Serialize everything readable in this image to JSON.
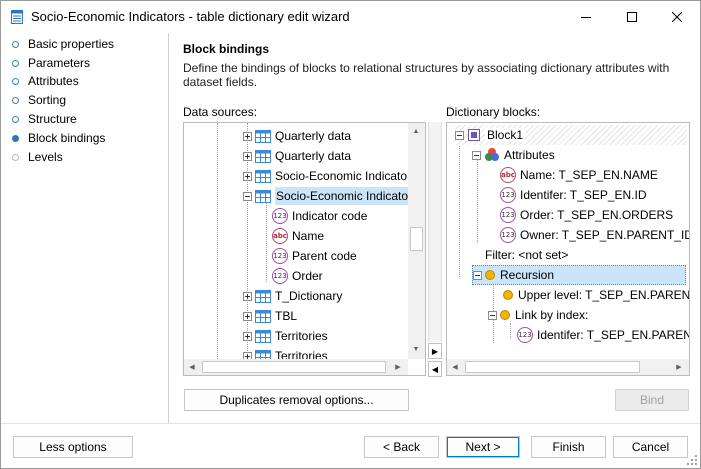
{
  "window": {
    "title": "Socio-Economic Indicators - table dictionary edit wizard",
    "minimize_icon": "minimize-icon",
    "maximize_icon": "maximize-icon",
    "close_icon": "close-icon"
  },
  "sidebar": {
    "items": [
      {
        "label": "Basic properties",
        "state": "done"
      },
      {
        "label": "Parameters",
        "state": "done"
      },
      {
        "label": "Attributes",
        "state": "done"
      },
      {
        "label": "Sorting",
        "state": "done"
      },
      {
        "label": "Structure",
        "state": "done"
      },
      {
        "label": "Block bindings",
        "state": "active"
      },
      {
        "label": "Levels",
        "state": "pending"
      }
    ]
  },
  "main": {
    "title": "Block bindings",
    "description": "Define the bindings of blocks to relational structures by associating dictionary attributes with dataset fields.",
    "data_sources_label": "Data sources:",
    "dictionary_blocks_label": "Dictionary blocks:",
    "data_sources": [
      {
        "label": "Quarterly data",
        "kind": "table",
        "expanded": false
      },
      {
        "label": "Quarterly data",
        "kind": "table",
        "expanded": false
      },
      {
        "label": "Socio-Economic Indicators",
        "kind": "table",
        "expanded": false
      },
      {
        "label": "Socio-Economic Indicators",
        "kind": "table",
        "expanded": true,
        "selected": true
      },
      {
        "label": "Indicator code",
        "kind": "numeric-field"
      },
      {
        "label": "Name",
        "kind": "string-field"
      },
      {
        "label": "Parent code",
        "kind": "numeric-field"
      },
      {
        "label": "Order",
        "kind": "numeric-field"
      },
      {
        "label": "T_Dictionary",
        "kind": "table",
        "expanded": false
      },
      {
        "label": "TBL",
        "kind": "table",
        "expanded": false
      },
      {
        "label": "Territories",
        "kind": "table",
        "expanded": false
      },
      {
        "label": "Territories",
        "kind": "table",
        "expanded": false
      }
    ],
    "dictionary_blocks": {
      "block": "Block1",
      "attributes_label": "Attributes",
      "attributes": [
        {
          "label": "Name: T_SEP_EN.NAME",
          "kind": "string-field"
        },
        {
          "label": "Identifer: T_SEP_EN.ID",
          "kind": "numeric-field"
        },
        {
          "label": "Order: T_SEP_EN.ORDERS",
          "kind": "numeric-field"
        },
        {
          "label": "Owner: T_SEP_EN.PARENT_ID",
          "kind": "numeric-field"
        }
      ],
      "filter": "Filter: <not set>",
      "recursion": "Recursion",
      "upper_level": "Upper level: T_SEP_EN.PARENT_ID",
      "link_by_index": "Link by index:",
      "link_identifier": "Identifer: T_SEP_EN.PARENT_ID"
    },
    "move_right_icon": "arrow-right-icon",
    "move_left_icon": "arrow-left-icon",
    "duplicates_button": "Duplicates removal options...",
    "bind_button": "Bind",
    "badge_num": "123",
    "badge_abc": "abc"
  },
  "footer": {
    "less_options": "Less options",
    "back": "< Back",
    "next": "Next >",
    "finish": "Finish",
    "cancel": "Cancel"
  },
  "colors": {
    "accent": "#0078d7",
    "selection": "#cce4f7",
    "step_dot": "#2a78c4",
    "recursion_dot": "#f0b400"
  }
}
